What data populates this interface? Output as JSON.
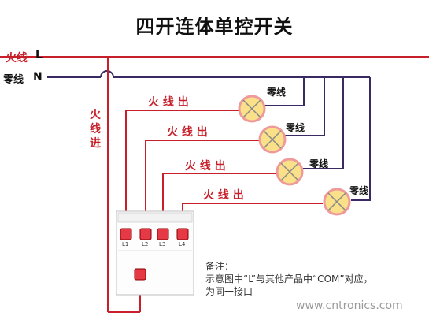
{
  "title": "四开连体单控开关",
  "bus": {
    "live_label": "火线",
    "live_letter": "L",
    "neutral_label": "零线",
    "neutral_letter": "N"
  },
  "live_in_label": [
    "火",
    "线",
    "进"
  ],
  "outputs": [
    {
      "live_out_label": "火 线 出",
      "neutral_label": "零线"
    },
    {
      "live_out_label": "火 线 出",
      "neutral_label": "零线"
    },
    {
      "live_out_label": "火 线 出",
      "neutral_label": "零线"
    },
    {
      "live_out_label": "火 线 出",
      "neutral_label": "零线"
    }
  ],
  "terminals": [
    "L1",
    "L2",
    "L3",
    "L4"
  ],
  "note": {
    "line1": "备注：",
    "line2": "示意图中“L”与其他产品中“COM”对应，",
    "line3": "为同一接口"
  },
  "watermark": "www.cntronics.com",
  "colors": {
    "wire_red": "#c8202a",
    "wire_purple": "#3a2a63",
    "lamp_fill": "#fbe08a",
    "lamp_ring": "#ef9a9a"
  }
}
